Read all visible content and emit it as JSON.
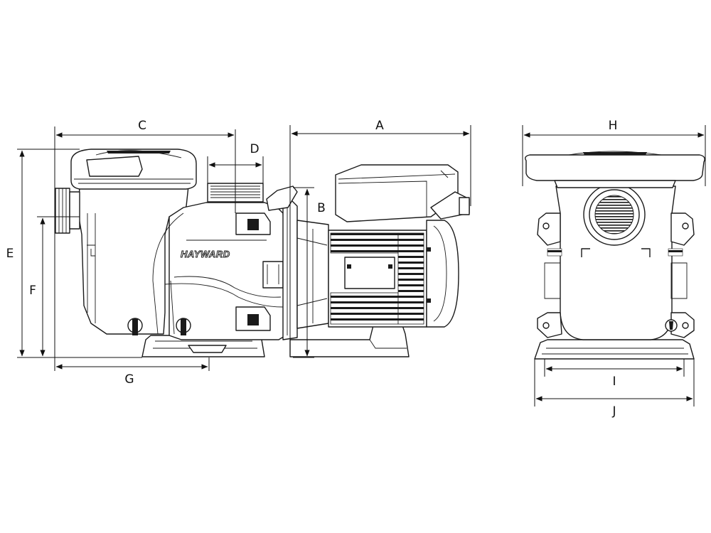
{
  "dimension_labels": {
    "A": "A",
    "B": "B",
    "C": "C",
    "D": "D",
    "E": "E",
    "F": "F",
    "G": "G",
    "H": "H",
    "I": "I",
    "J": "J"
  },
  "brand_text": "HAYWARD",
  "colors": {
    "line": "#1a1a1a",
    "background": "#ffffff"
  }
}
